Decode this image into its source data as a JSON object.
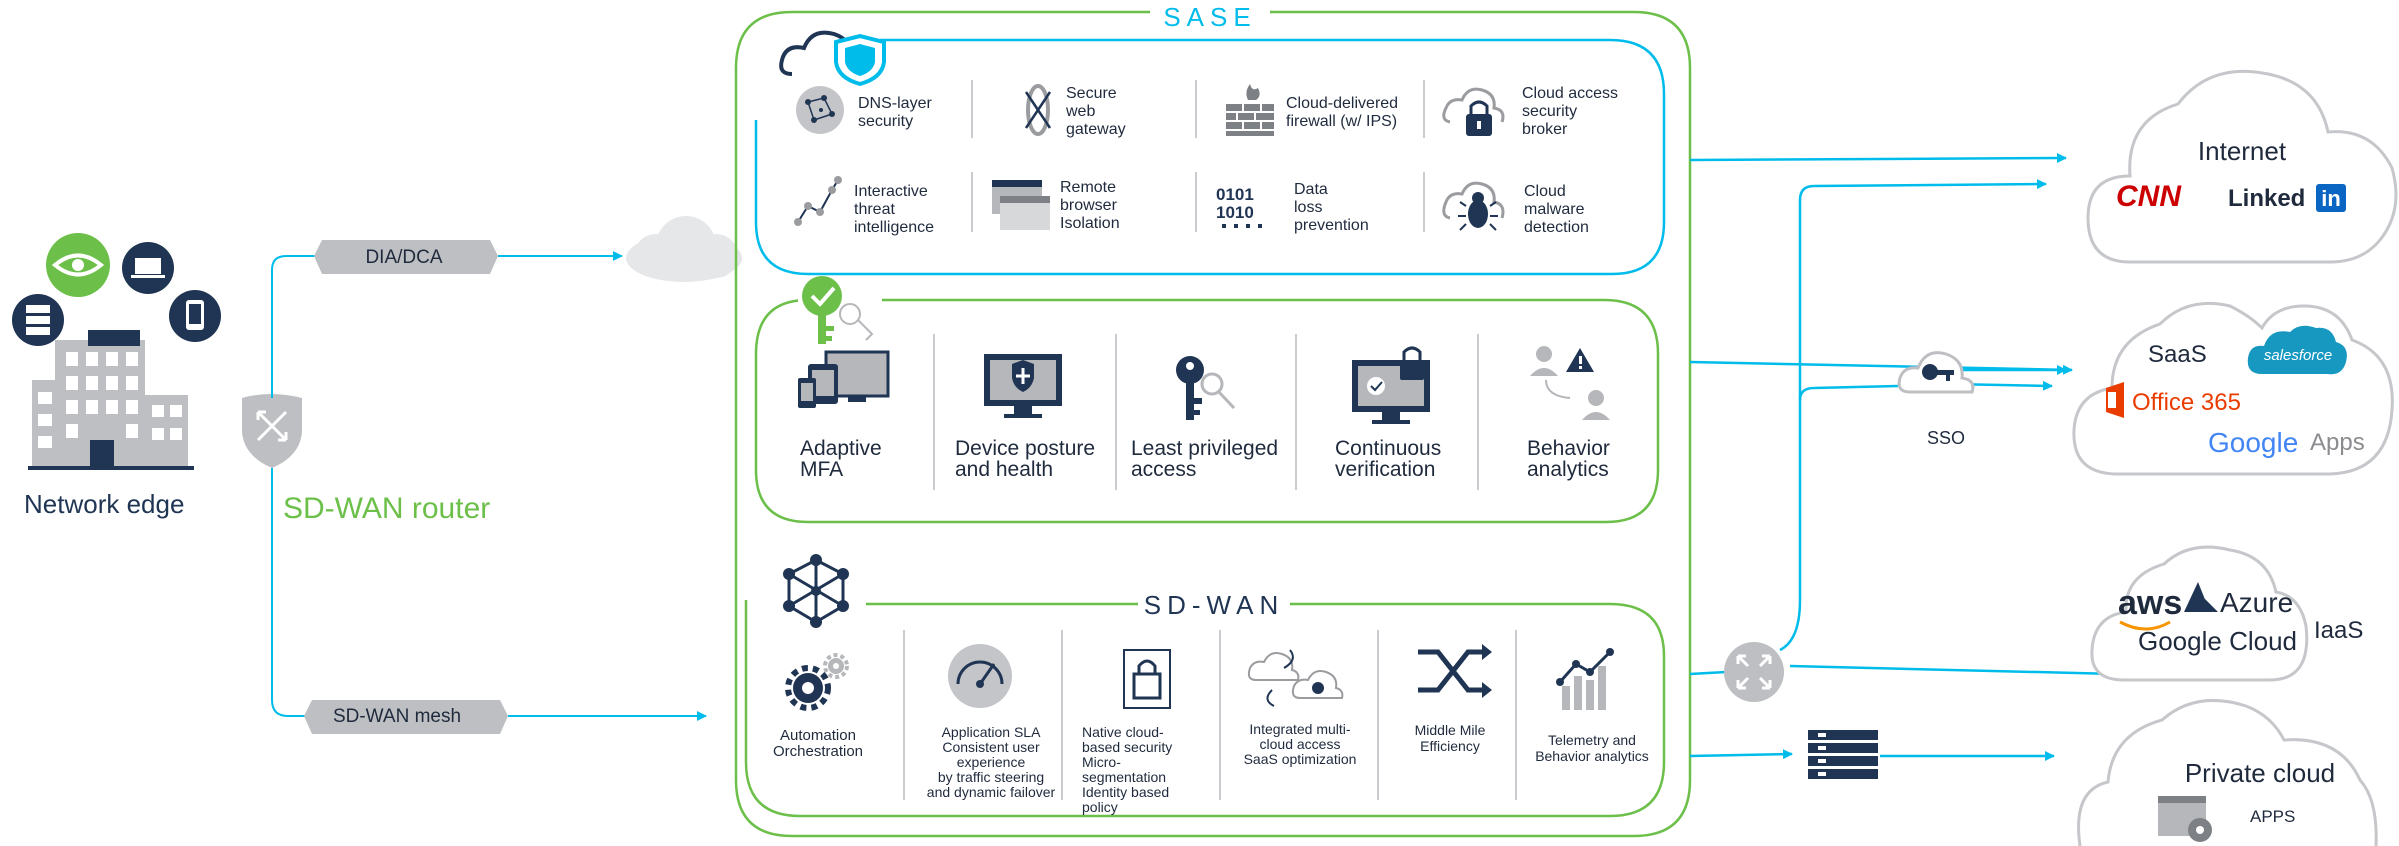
{
  "left": {
    "building_label": "Network edge",
    "router_label": "SD-WAN router",
    "dia_label": "DIA/DCA",
    "mesh_label": "SD-WAN mesh",
    "device_icons": [
      "eye-icon",
      "laptop-icon",
      "server-icon",
      "phone-icon"
    ]
  },
  "sase": {
    "title": "SASE",
    "security_services": [
      {
        "label": [
          "DNS-layer",
          "security"
        ],
        "icon": "dns-icon"
      },
      {
        "label": [
          "Secure",
          "web",
          "gateway"
        ],
        "icon": "swg-icon"
      },
      {
        "label": [
          "Cloud-delivered",
          "firewall (w/ IPS)"
        ],
        "icon": "firewall-icon"
      },
      {
        "label": [
          "Cloud access",
          "security",
          "broker"
        ],
        "icon": "casb-icon"
      },
      {
        "label": [
          "Interactive",
          "threat",
          "intelligence"
        ],
        "icon": "threat-graph-icon"
      },
      {
        "label": [
          "Remote",
          "browser",
          "Isolation"
        ],
        "icon": "browser-icon"
      },
      {
        "label": [
          "Data",
          "loss",
          "prevention"
        ],
        "icon": "binary-icon"
      },
      {
        "label": [
          "Cloud",
          "malware",
          "detection"
        ],
        "icon": "bug-icon"
      }
    ],
    "zero_trust": [
      {
        "label": [
          "Adaptive",
          "MFA"
        ],
        "icon": "devices-icon"
      },
      {
        "label": [
          "Device posture",
          "and health"
        ],
        "icon": "monitor-shield-icon"
      },
      {
        "label": [
          "Least privileged",
          "access"
        ],
        "icon": "key-icon"
      },
      {
        "label": [
          "Continuous",
          "verification"
        ],
        "icon": "monitor-lock-icon"
      },
      {
        "label": [
          "Behavior",
          "analytics"
        ],
        "icon": "users-warning-icon"
      }
    ]
  },
  "sdwan": {
    "title": "SD-WAN",
    "features": [
      {
        "label": [
          "Automation",
          "Orchestration"
        ],
        "icon": "gears-icon"
      },
      {
        "label": [
          "Application SLA",
          "Consistent user",
          "experience",
          "by traffic steering",
          "and dynamic failover"
        ],
        "icon": "gauge-icon"
      },
      {
        "label": [
          "Native cloud-",
          "based security",
          "Micro-",
          "segmentation",
          "Identity based",
          "policy"
        ],
        "icon": "lock-icon"
      },
      {
        "label": [
          "Integrated multi-",
          "cloud access",
          "SaaS optimization"
        ],
        "icon": "clouds-icon"
      },
      {
        "label": [
          "Middle Mile",
          "Efficiency"
        ],
        "icon": "shuffle-icon"
      },
      {
        "label": [
          "Telemetry and",
          "Behavior analytics"
        ],
        "icon": "bar-chart-icon"
      }
    ]
  },
  "right": {
    "internet": {
      "title": "Internet",
      "logos": [
        "CNN",
        "Linked",
        "in"
      ]
    },
    "saas": {
      "title": "SaaS",
      "logos": [
        "salesforce",
        "Office 365",
        "Google",
        "Apps"
      ]
    },
    "sso_label": "SSO",
    "iaas": {
      "label": "IaaS",
      "logos": [
        "aws",
        "Azure",
        "Google Cloud"
      ]
    },
    "private": {
      "title": "Private cloud",
      "apps_label": "APPS"
    }
  },
  "colors": {
    "accent_blue": "#00bceb",
    "sase_green": "#6cc04a",
    "navy": "#1f3553",
    "gray": "#b5b7ba",
    "cnn_red": "#cc0000",
    "linkedin_blue": "#0a66c2",
    "office_orange": "#eb3c00",
    "salesforce_blue": "#1798c1"
  }
}
